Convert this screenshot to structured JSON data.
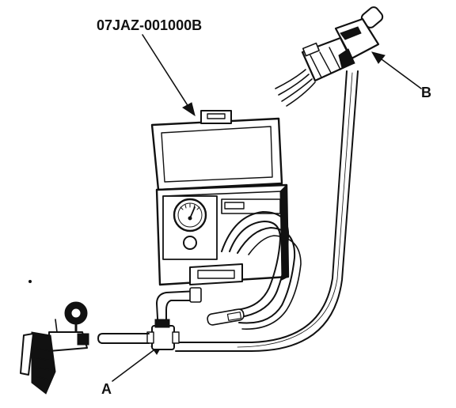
{
  "labels": {
    "tool_part_number": "07JAZ-001000B",
    "callout_a": "A",
    "callout_b": "B"
  },
  "colors": {
    "ink": "#111111",
    "paper": "#ffffff"
  }
}
